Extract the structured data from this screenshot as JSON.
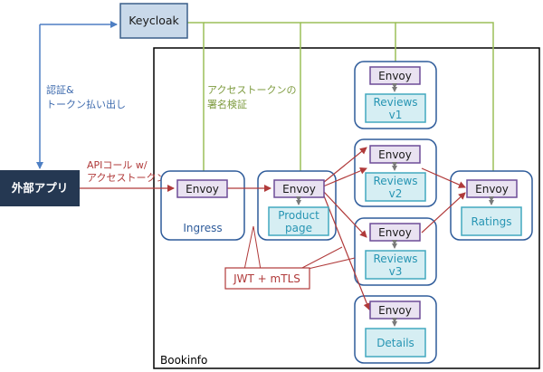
{
  "colors": {
    "keycloak_fill": "#c9d9ea",
    "keycloak_stroke": "#3b5f8a",
    "app_fill": "#253852",
    "group_stroke": "#2e5b9a",
    "envoy_fill": "#e9e2f1",
    "envoy_stroke": "#6d4c97",
    "svc_fill": "#d6eef3",
    "svc_stroke": "#42a8bf",
    "svc_text": "#2795b3",
    "blue_line": "#4e7fc3",
    "green_line": "#9bbf58",
    "red_line": "#b03a3a",
    "arrow_gray": "#7a7a7a"
  },
  "keycloak": {
    "label": "Keycloak"
  },
  "external_app": {
    "label": "外部アプリ"
  },
  "auth_label": {
    "line1": "認証&",
    "line2": "トークン払い出し"
  },
  "api_label": {
    "line1": "APIコール w/",
    "line2": "アクセストークン"
  },
  "verify_label": {
    "line1": "アクセストークンの",
    "line2": "署名検証"
  },
  "jwt_label": "JWT + mTLS",
  "bookinfo_label": "Bookinfo",
  "nodes": {
    "ingress": {
      "envoy": "Envoy",
      "service": "Ingress"
    },
    "productpage": {
      "envoy": "Envoy",
      "service_line1": "Product",
      "service_line2": "page"
    },
    "reviews_v1": {
      "envoy": "Envoy",
      "service_line1": "Reviews",
      "service_line2": "v1"
    },
    "reviews_v2": {
      "envoy": "Envoy",
      "service_line1": "Reviews",
      "service_line2": "v2"
    },
    "reviews_v3": {
      "envoy": "Envoy",
      "service_line1": "Reviews",
      "service_line2": "v3"
    },
    "details": {
      "envoy": "Envoy",
      "service": "Details"
    },
    "ratings": {
      "envoy": "Envoy",
      "service": "Ratings"
    }
  }
}
